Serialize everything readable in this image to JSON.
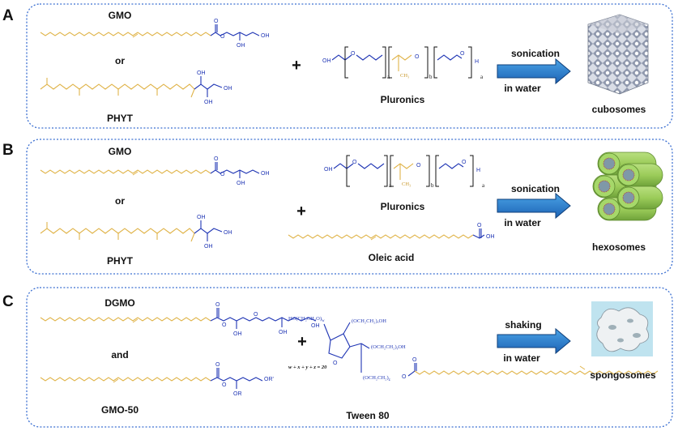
{
  "panels": [
    {
      "letter": "A",
      "lipid_top": "GMO",
      "connector": "or",
      "lipid_bottom": "PHYT",
      "plus": "+",
      "additives": [
        "Pluronics"
      ],
      "process_top": "sonication",
      "process_bottom": "in water",
      "product": "cubosomes"
    },
    {
      "letter": "B",
      "lipid_top": "GMO",
      "connector": "or",
      "lipid_bottom": "PHYT",
      "plus": "+",
      "additives": [
        "Pluronics",
        "Oleic acid"
      ],
      "process_top": "sonication",
      "process_bottom": "in water",
      "product": "hexosomes"
    },
    {
      "letter": "C",
      "lipid_top": "DGMO",
      "connector": "and",
      "lipid_bottom": "GMO-50",
      "plus": "+",
      "additives": [
        "Tween 80"
      ],
      "process_top": "shaking",
      "process_bottom": "in water",
      "product": "spongosomes"
    }
  ],
  "chem": {
    "OH": "OH",
    "O": "O",
    "H": "H",
    "a": "a",
    "b": "b",
    "CH3": "CH₃",
    "OR": "OR",
    "ORp": "OR'",
    "tween_w": "HO(CH₂CH₂O)",
    "tween_w_sub": "w",
    "tween_x": "(OCH₂CH₂)ₓOH",
    "tween_y": "(OCH₂CH₂)ᵧOH",
    "tween_z": "(OCH₂CH₂)",
    "tween_z_sub": "z",
    "tween_eq": "w + x + y + z = 20"
  },
  "colors": {
    "panel_border": "#3b6fd1",
    "tail": "#e0b44a",
    "head": "#1f35b4",
    "arrow": "#2277cc",
    "cylinder": "#9ccc5a",
    "sponge_bg": "#bfe3ef"
  }
}
